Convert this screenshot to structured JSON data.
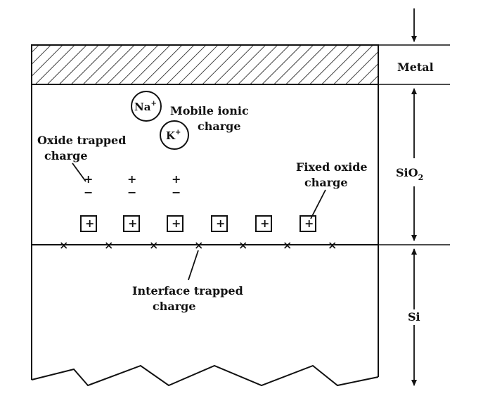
{
  "labels": {
    "metal": "Metal",
    "oxide": "SiO",
    "oxide_subscript": "2",
    "silicon": "Si",
    "mobile_line1": "Mobile ionic",
    "mobile_line2": "charge",
    "oxide_trapped_line1": "Oxide trapped",
    "oxide_trapped_line2": "charge",
    "fixed_line1": "Fixed oxide",
    "fixed_line2": "charge",
    "interface_line1": "Interface trapped",
    "interface_line2": "charge"
  },
  "ions": {
    "sodium": "Na",
    "sodium_charge": "+",
    "potassium": "K",
    "potassium_charge": "+"
  },
  "symbols": {
    "plus": "+",
    "minus": "−",
    "trap": "×"
  },
  "counts": {
    "oxide_trapped_pairs": 3,
    "fixed_oxide_charges": 6,
    "interface_traps": 7
  }
}
